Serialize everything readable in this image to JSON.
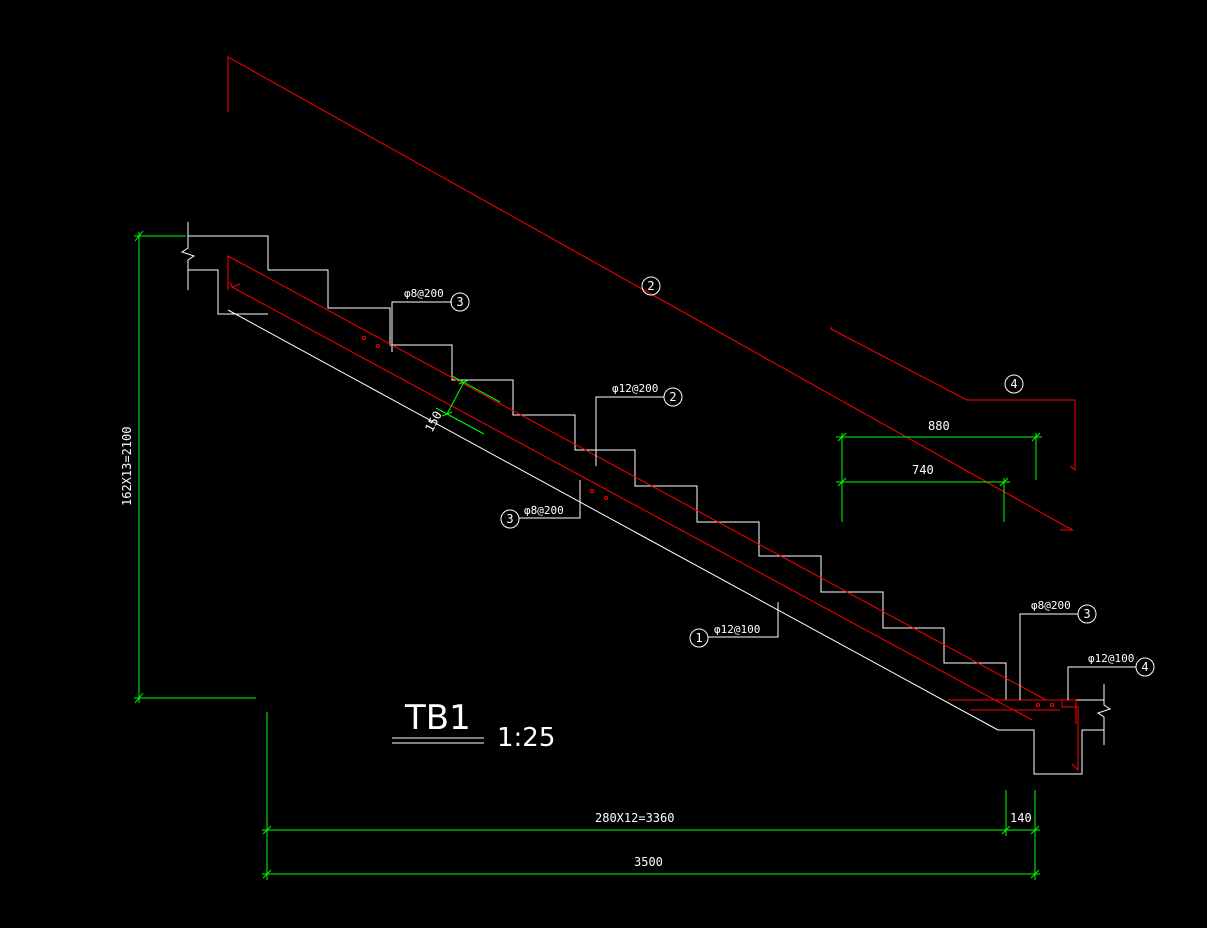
{
  "drawing": {
    "title": "TB1",
    "scale": "1:25"
  },
  "dimensions": {
    "height_total": "162X13=2100",
    "slab_thickness": "150",
    "run_steps": "280X12=3360",
    "landing_seat": "140",
    "run_total": "3500",
    "bar4_length_outer": "880",
    "bar4_length_inner": "740"
  },
  "rebar": {
    "bar1": {
      "id": "1",
      "spec": "φ12@100"
    },
    "bar2": {
      "id": "2",
      "spec": "φ12@200"
    },
    "bar3_top": {
      "id": "3",
      "spec": "φ8@200"
    },
    "bar3_mid": {
      "id": "3",
      "spec": "φ8@200"
    },
    "bar3_bottom": {
      "id": "3",
      "spec": "φ8@200"
    },
    "bar4": {
      "id": "4",
      "spec": "φ12@100"
    }
  },
  "bar_marks": {
    "bar2_detail": "2",
    "bar4_detail": "4"
  },
  "colors": {
    "background": "#000000",
    "concrete_outline": "#ffffff",
    "rebar": "#ff0000",
    "dimension": "#00ff00"
  }
}
